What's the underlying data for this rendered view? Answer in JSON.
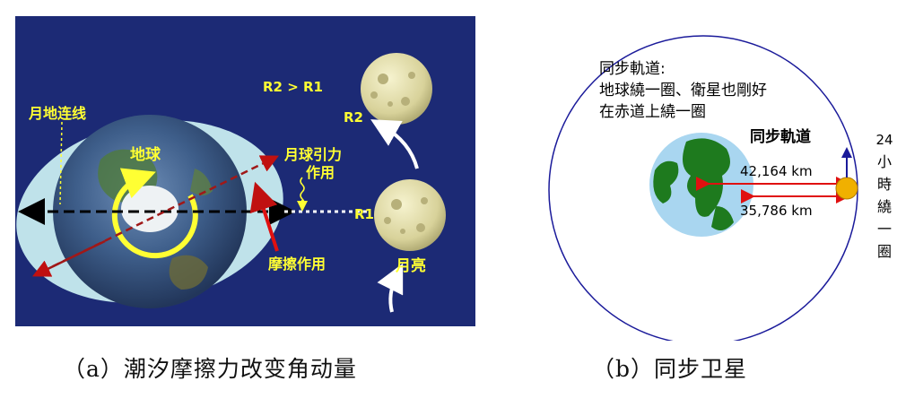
{
  "left": {
    "line_label": "月地连线",
    "earth_label": "地球",
    "gravity_label_1": "月球引力",
    "gravity_label_2": "作用",
    "friction_label": "摩擦作用",
    "moon_label": "月亮",
    "r_relation": "R2 > R1",
    "r1": "R1",
    "r2": "R2"
  },
  "right": {
    "desc_line1": "同步軌道:",
    "desc_line2": "地球繞一圈、衛星也剛好",
    "desc_line3": "在赤道上繞一圈",
    "orbit_label": "同步軌道",
    "dist_outer": "42,164 km",
    "dist_inner": "35,786 km",
    "period_chars": [
      "24",
      "小",
      "時",
      "繞",
      "一",
      "圈"
    ]
  },
  "captions": {
    "a": "（a）潮汐摩擦力改变角动量",
    "b": "（b）同步卫星"
  },
  "colors": {
    "panel_bg": "#1c2a75",
    "tide_bulge": "#bfe2ea",
    "label_yellow": "#ffff33",
    "arrow_red": "#e01010",
    "orbit_blue": "#1a1a9a",
    "satellite": "#f0b000"
  }
}
